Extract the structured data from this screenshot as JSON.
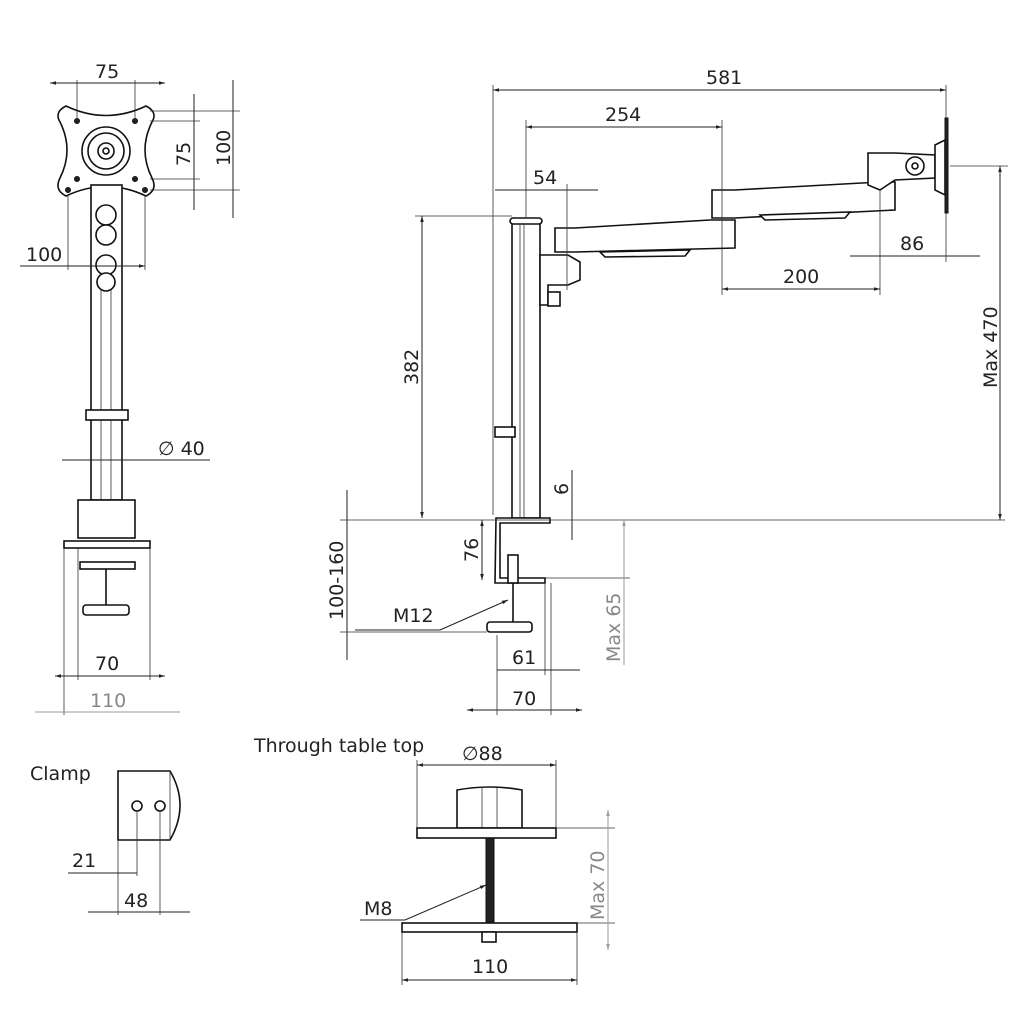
{
  "front_view": {
    "vesa_small": "75",
    "vesa_small_v": "75",
    "vesa_large_v": "100",
    "vesa_large_h": "100",
    "pole_diameter": "∅ 40",
    "clamp_width": "70",
    "base_width": "110"
  },
  "side_view": {
    "total_reach": "581",
    "arm_reach": "254",
    "pole_offset": "54",
    "second_arm": "200",
    "head_depth": "86",
    "max_height": "Max 470",
    "arm_height": "382",
    "base_gap": "6",
    "clamp_depth": "76",
    "desk_thickness": "100-160",
    "bolt": "M12",
    "max_clamp": "Max 65",
    "clamp_inner": "61",
    "clamp_outer": "70"
  },
  "clamp_detail": {
    "title": "Clamp",
    "hole_offset": "21",
    "width": "48"
  },
  "grommet_detail": {
    "title": "Through table top",
    "diameter": "∅88",
    "max_thickness": "Max 70",
    "bolt": "M8",
    "plate_width": "110"
  }
}
